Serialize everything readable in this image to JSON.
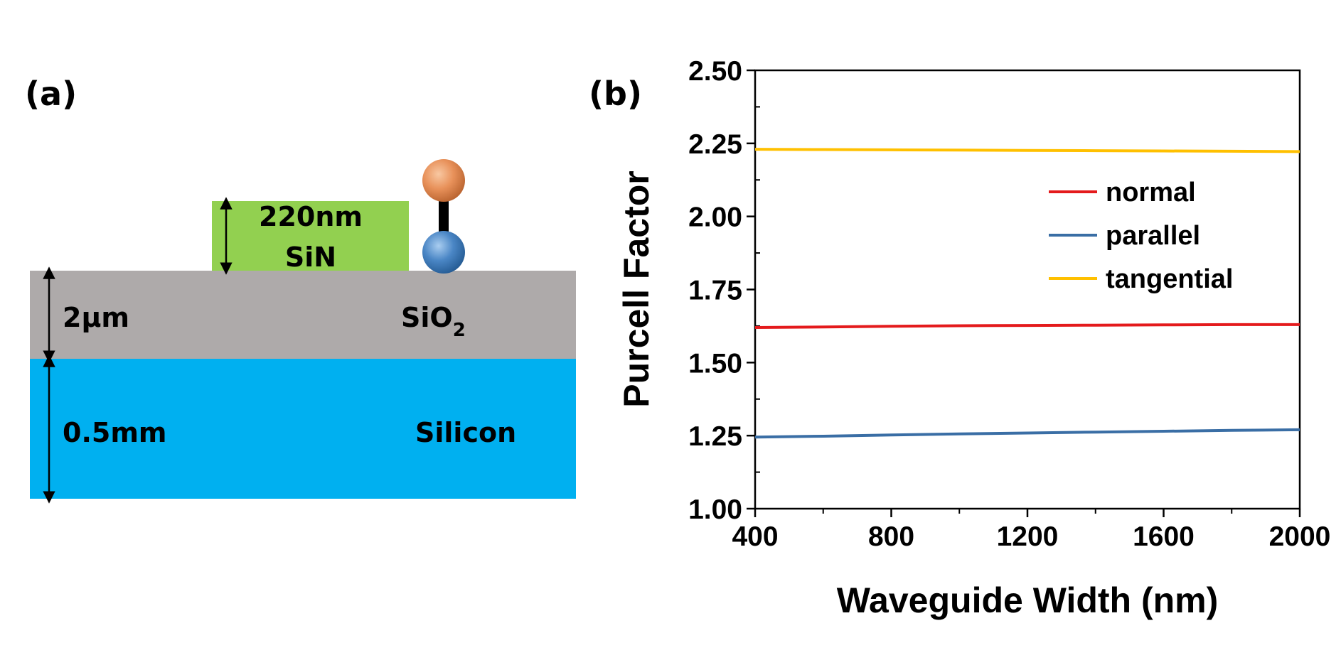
{
  "diagram": {
    "panel_label": "(a)",
    "waveguide_thickness": "220nm",
    "waveguide_material": "SiN",
    "oxide_thickness": "2µm",
    "oxide_material_base": "SiO",
    "oxide_material_subscript": "2",
    "substrate_thickness": "0.5mm",
    "substrate_material": "Silicon",
    "colors": {
      "waveguide": "#92d050",
      "oxide": "#aeaaaa",
      "substrate": "#00b0f0",
      "dipole_top": "#e8915a",
      "dipole_bottom": "#4a86c5"
    }
  },
  "chart_data": {
    "panel_label": "(b)",
    "type": "line",
    "xlabel": "Waveguide Width (nm)",
    "ylabel": "Purcell Factor",
    "xlim": [
      400,
      2000
    ],
    "ylim": [
      1.0,
      2.5
    ],
    "xticks": [
      "400",
      "800",
      "1200",
      "1600",
      "2000"
    ],
    "yticks": [
      "1.00",
      "1.25",
      "1.50",
      "1.75",
      "2.00",
      "2.25",
      "2.50"
    ],
    "legend_position": "top-right",
    "series": [
      {
        "name": "normal",
        "color": "#e41a1c",
        "x": [
          400,
          600,
          800,
          1000,
          1200,
          1400,
          1600,
          1800,
          2000
        ],
        "y": [
          1.62,
          1.622,
          1.624,
          1.626,
          1.627,
          1.628,
          1.629,
          1.63,
          1.63
        ]
      },
      {
        "name": "parallel",
        "color": "#3a6ea5",
        "x": [
          400,
          600,
          800,
          1000,
          1200,
          1400,
          1600,
          1800,
          2000
        ],
        "y": [
          1.245,
          1.248,
          1.252,
          1.256,
          1.259,
          1.262,
          1.265,
          1.268,
          1.27
        ]
      },
      {
        "name": "tangential",
        "color": "#ffc000",
        "x": [
          400,
          600,
          800,
          1000,
          1200,
          1400,
          1600,
          1800,
          2000
        ],
        "y": [
          2.23,
          2.229,
          2.228,
          2.227,
          2.226,
          2.225,
          2.224,
          2.223,
          2.222
        ]
      }
    ]
  }
}
